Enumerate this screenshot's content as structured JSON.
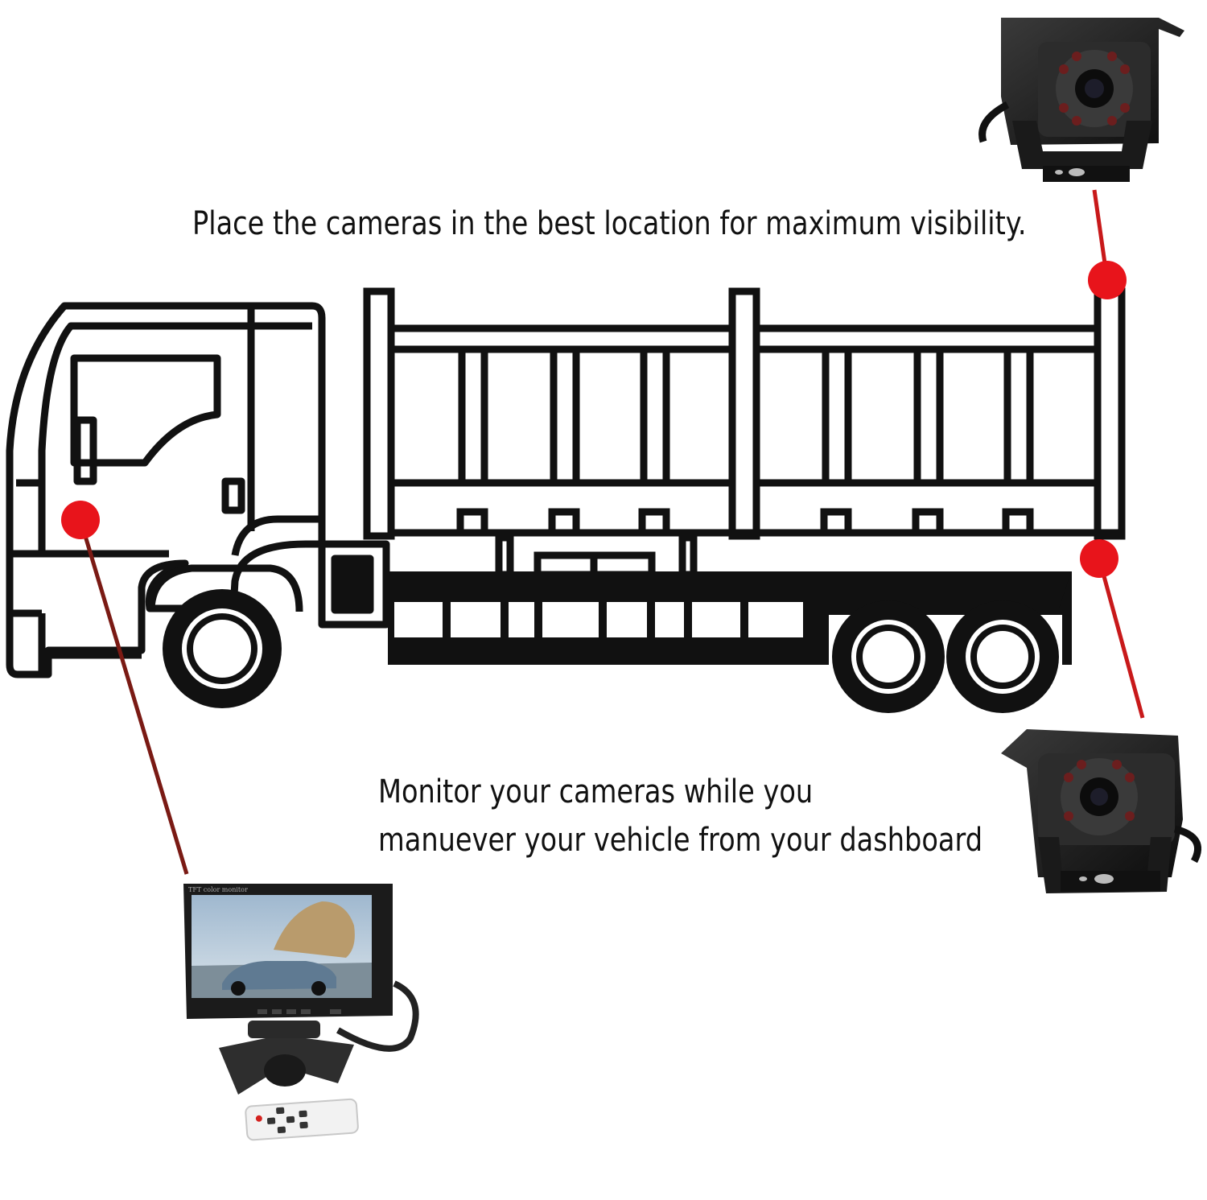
{
  "captions": {
    "top": "Place the cameras in the best location for maximum visibility.",
    "bottom_line1": "Monitor your cameras while you",
    "bottom_line2": "manuever your vehicle from your dashboard"
  },
  "monitor": {
    "label": "TFT color monitor"
  },
  "colors": {
    "marker": "#e8141b",
    "leader_line": "#7a1a14",
    "outline": "#111111"
  },
  "icons": [
    "truck-outline-icon",
    "backup-camera-icon",
    "monitor-icon",
    "remote-control-icon"
  ]
}
